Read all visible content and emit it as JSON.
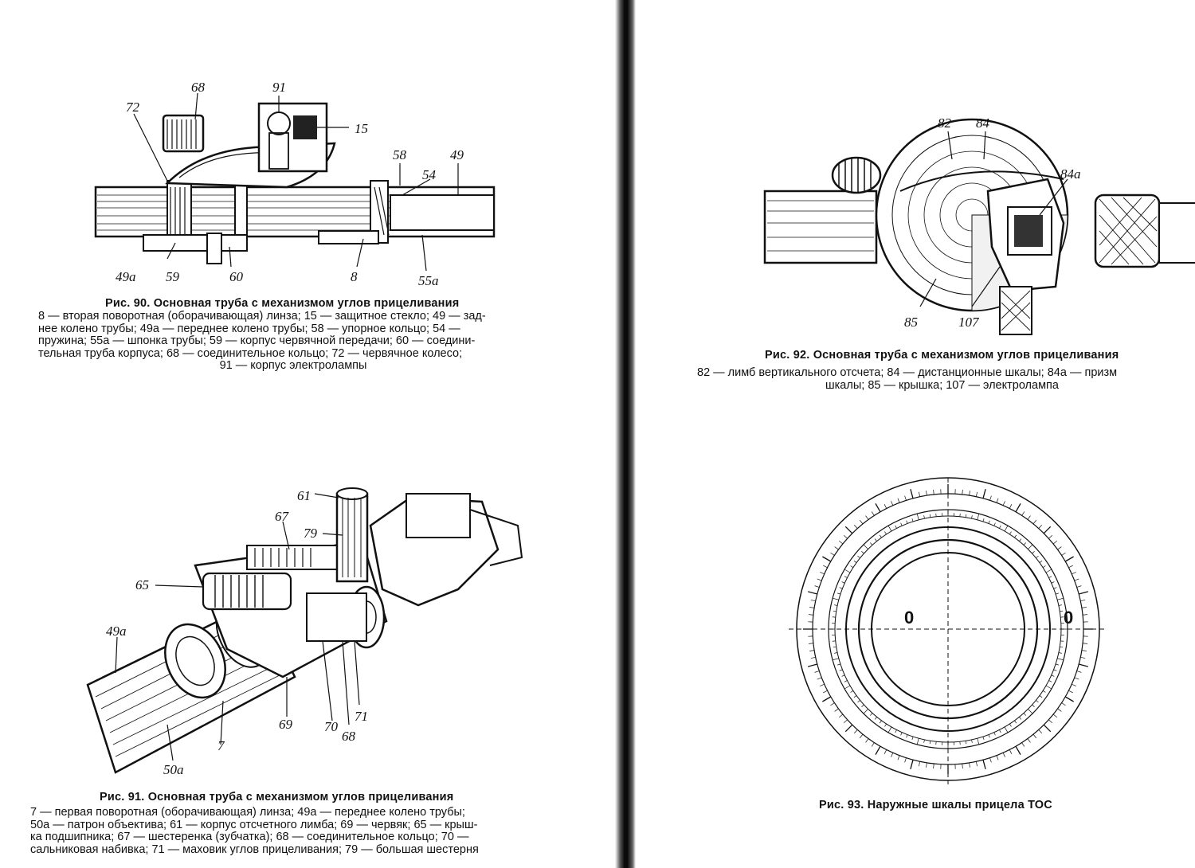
{
  "left_page": {
    "fig90": {
      "labels": {
        "l68": "68",
        "l91": "91",
        "l72": "72",
        "l15": "15",
        "l58": "58",
        "l54": "54",
        "l49": "49",
        "l49a": "49a",
        "l59": "59",
        "l60": "60",
        "l8": "8",
        "l55a": "55a"
      },
      "title": "Рис. 90. Основная труба с механизмом углов прицеливания",
      "legend": [
        "8 — вторая поворотная (оборачивающая) линза; 15 — защитное стекло; 49 — зад-",
        "нее колено трубы; 49а — переднее колено трубы; 58 — упорное кольцо; 54 —",
        "пружина; 55а — шпонка трубы; 59 — корпус червячной передачи; 60 — соедини-",
        "тельная труба корпуса; 68 — соединительное кольцо; 72 — червячное колесо;",
        "91 — корпус электролампы"
      ]
    },
    "fig91": {
      "labels": {
        "l61": "61",
        "l67": "67",
        "l79": "79",
        "l65": "65",
        "l49a": "49a",
        "l69": "69",
        "l7": "7",
        "l70": "70",
        "l68": "68",
        "l71": "71",
        "l50a": "50a"
      },
      "title": "Рис. 91. Основная труба с механизмом углов прицеливания",
      "legend": [
        "7 — первая поворотная (оборачивающая) линза; 49а — переднее колено трубы;",
        "50а — патрон объектива; 61 — корпус отсчетного лимба; 69 — червяк; 65 — крыш-",
        "ка подшипника; 67 — шестеренка (зубчатка); 68 — соединительное кольцо; 70 —",
        "сальниковая набивка; 71 — маховик углов прицеливания; 79 — большая шестерня"
      ]
    }
  },
  "right_page": {
    "fig92": {
      "labels": {
        "l82": "82",
        "l84": "84",
        "l84a": "84a",
        "l85": "85",
        "l107": "107"
      },
      "title": "Рис. 92. Основная труба с механизмом углов прицеливания",
      "legend": [
        "82 — лимб вертикального отсчета; 84 — дистанционные шкалы; 84а — призм",
        "шкалы; 85 — крышка; 107 — электролампа"
      ]
    },
    "fig93": {
      "marker_left": "0",
      "marker_right": "0",
      "title": "Рис. 93. Наружные шкалы прицела ТОС"
    }
  }
}
